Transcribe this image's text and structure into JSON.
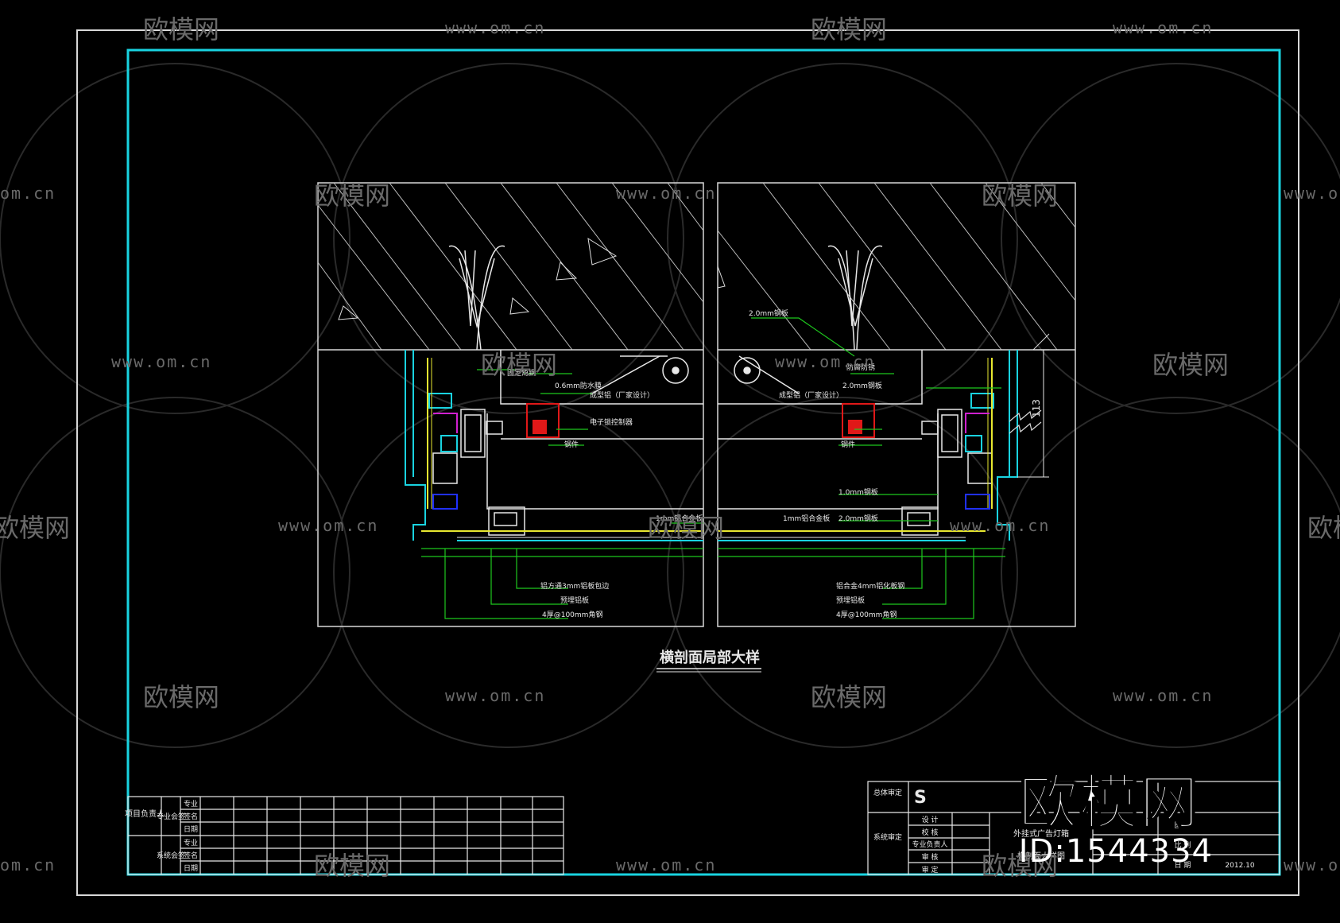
{
  "watermark": {
    "brand": "欧模网",
    "url": "www.om.cn",
    "url_partial": "om.cn",
    "brand_partial": "欧模网",
    "id": "ID:1544334"
  },
  "drawing": {
    "caption": "横剖面局部大样",
    "dimension": "113",
    "left_labels": [
      "固定角钢",
      "0.6mm防水膜",
      "成型铝（厂家设计）",
      "电子锁控制器",
      "钢件",
      "1mm铝合金板",
      "铝方通3mm铝板包边",
      "预埋铝板",
      "4厚@100mm角钢"
    ],
    "right_labels": [
      "2.0mm钢板",
      "防腐防锈",
      "2.0mm钢板",
      "成型铝（厂家设计）",
      "钢件",
      "1.0mm钢板",
      "1mm铝合金板",
      "2.0mm钢板",
      "铝合金4mm铝化板钢",
      "预埋铝板",
      "4厚@100mm角钢"
    ]
  },
  "title_block_left": {
    "row1_head": "项目负责人",
    "row1_sub": "专业会签",
    "row1_items": [
      "专业",
      "签名",
      "日期"
    ],
    "row2_sub": "系统会签",
    "row2_items": [
      "专业",
      "签名",
      "日期"
    ]
  },
  "title_block_right": {
    "review1": "总体审定",
    "review2": "系统审定",
    "roles": [
      "设 计",
      "校 核",
      "专业负责人",
      "审 核",
      "审 定"
    ],
    "project": "外挂式广告灯箱",
    "sheet_title": "横剖面大样图",
    "fields": [
      "图 号",
      "比 例",
      "日 期"
    ],
    "date_value": "2012.10"
  },
  "colors": {
    "background": "#000000",
    "outer_border": "#d8d8d8",
    "inner_border": "#19d3e0",
    "cyan": "#19d3e0",
    "green": "#1ec81e",
    "yellow": "#e8e830",
    "magenta": "#d020d0",
    "blue": "#2030ff",
    "red": "#e01818",
    "white": "#ffffff",
    "gray": "#888888"
  }
}
